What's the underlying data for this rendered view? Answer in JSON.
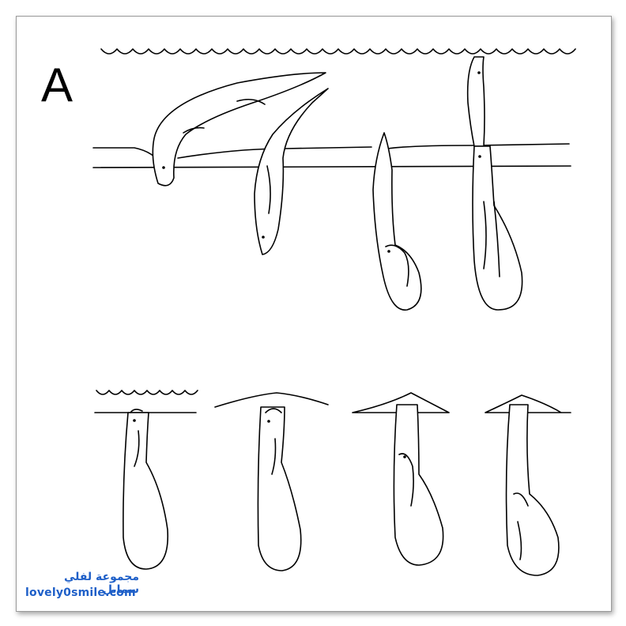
{
  "panel": {
    "label": "A"
  },
  "watermark": {
    "arabic": "مجموعة لفلي سمايل",
    "site": "lovely0smile.com",
    "color": "#1e5fc8"
  },
  "icons": [
    "surface-wave",
    "ground-line",
    "eel-figure"
  ]
}
